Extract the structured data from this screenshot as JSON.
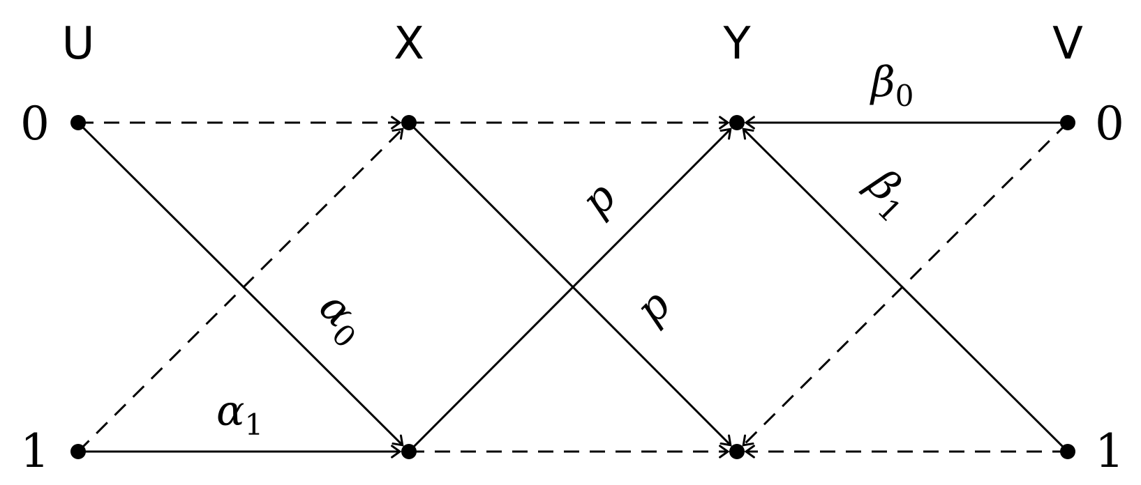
{
  "columns": [
    {
      "id": "U",
      "label": "U"
    },
    {
      "id": "X",
      "label": "X"
    },
    {
      "id": "Y",
      "label": "Y"
    },
    {
      "id": "V",
      "label": "V"
    }
  ],
  "rows": [
    {
      "id": "0",
      "label": "0"
    },
    {
      "id": "1",
      "label": "1"
    }
  ],
  "edges": [
    {
      "from": [
        "U",
        "0"
      ],
      "to": [
        "X",
        "0"
      ],
      "style": "dashed",
      "arrow": true
    },
    {
      "from": [
        "U",
        "0"
      ],
      "to": [
        "X",
        "1"
      ],
      "style": "solid",
      "arrow": true
    },
    {
      "from": [
        "U",
        "1"
      ],
      "to": [
        "X",
        "0"
      ],
      "style": "dashed",
      "arrow": true
    },
    {
      "from": [
        "U",
        "1"
      ],
      "to": [
        "X",
        "1"
      ],
      "style": "solid",
      "arrow": true
    },
    {
      "from": [
        "X",
        "0"
      ],
      "to": [
        "Y",
        "0"
      ],
      "style": "dashed",
      "arrow": true
    },
    {
      "from": [
        "X",
        "0"
      ],
      "to": [
        "Y",
        "1"
      ],
      "style": "solid",
      "arrow": true
    },
    {
      "from": [
        "X",
        "1"
      ],
      "to": [
        "Y",
        "0"
      ],
      "style": "solid",
      "arrow": true
    },
    {
      "from": [
        "X",
        "1"
      ],
      "to": [
        "Y",
        "1"
      ],
      "style": "dashed",
      "arrow": true
    },
    {
      "from": [
        "V",
        "0"
      ],
      "to": [
        "Y",
        "0"
      ],
      "style": "solid",
      "arrow": true
    },
    {
      "from": [
        "V",
        "0"
      ],
      "to": [
        "Y",
        "1"
      ],
      "style": "dashed",
      "arrow": true
    },
    {
      "from": [
        "V",
        "1"
      ],
      "to": [
        "Y",
        "0"
      ],
      "style": "solid",
      "arrow": true
    },
    {
      "from": [
        "V",
        "1"
      ],
      "to": [
        "Y",
        "1"
      ],
      "style": "dashed",
      "arrow": true
    }
  ],
  "edge_labels": {
    "alpha0": {
      "symbol": "α",
      "sub": "0"
    },
    "alpha1": {
      "symbol": "α",
      "sub": "1"
    },
    "p_up": {
      "symbol": "p",
      "sub": ""
    },
    "p_down": {
      "symbol": "p",
      "sub": ""
    },
    "beta0": {
      "symbol": "β",
      "sub": "0"
    },
    "beta1": {
      "symbol": "β",
      "sub": "1"
    }
  }
}
